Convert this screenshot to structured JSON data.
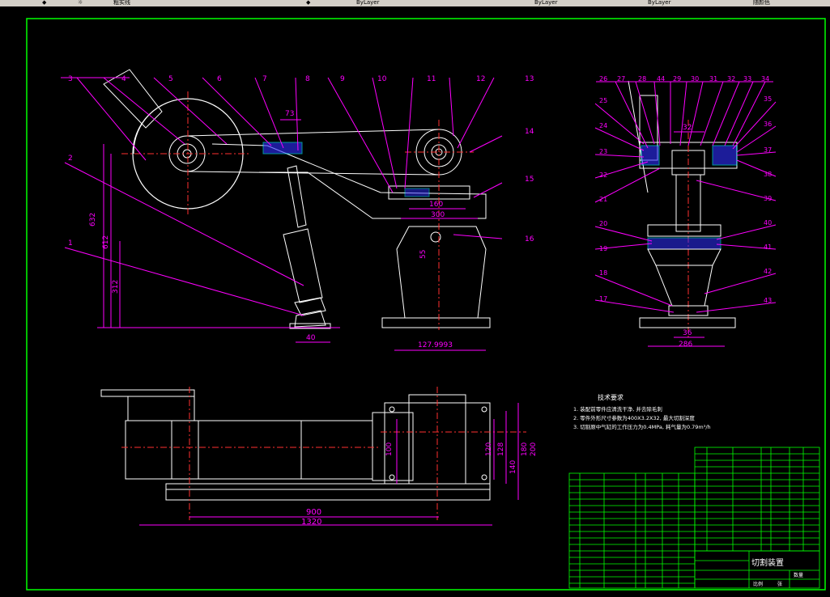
{
  "toolbar": {
    "layer_label": "粗实线",
    "combo_1": "ByLayer",
    "combo_2": "ByLayer",
    "combo_3": "ByLayer",
    "combo_4": "随颜色"
  },
  "colors": {
    "background": "#000000",
    "frame": "#00ff00",
    "outline": "#ffffff",
    "leader": "#ff00ff",
    "center": "#ff3030",
    "accent": "#00ffff",
    "section": "#3030ff"
  },
  "front_view": {
    "callouts": [
      "1",
      "2",
      "3",
      "4",
      "5",
      "6",
      "7",
      "8",
      "9",
      "10",
      "11",
      "12",
      "13",
      "14",
      "15",
      "16"
    ],
    "dims": {
      "d73": "73",
      "d632": "632",
      "d612": "612",
      "d312": "312",
      "d40": "40",
      "d160": "160",
      "d300": "300",
      "d55": "55",
      "d127": "127.9993"
    }
  },
  "side_view": {
    "callouts": [
      "17",
      "18",
      "19",
      "20",
      "21",
      "22",
      "23",
      "24",
      "25",
      "26",
      "27",
      "28",
      "29",
      "30",
      "31",
      "32",
      "33",
      "34",
      "35",
      "36",
      "37",
      "38",
      "39",
      "40",
      "41",
      "42",
      "43",
      "44"
    ],
    "dims": {
      "d32": "32",
      "d36": "36",
      "d286": "286"
    }
  },
  "top_view": {
    "dims": {
      "d900": "900",
      "d1320": "1320",
      "d100": "100",
      "d120": "120",
      "d128": "128",
      "d140": "140",
      "d180": "180",
      "d200": "200"
    }
  },
  "notes": {
    "title": "技术要求",
    "lines": [
      "1. 装配前零件应清洗干净, 并去除毛刺",
      "2. 零件外形尺寸参数为400X3.2X32, 最大切割深度",
      "3. 切割原中气缸的工作压力为0.4MPa, 耗气量为0.79m³/h"
    ]
  },
  "title_block": {
    "drawing_name": "切割装置",
    "scale_label": "比例",
    "sheet_label": "张",
    "qty_label": "数量"
  }
}
